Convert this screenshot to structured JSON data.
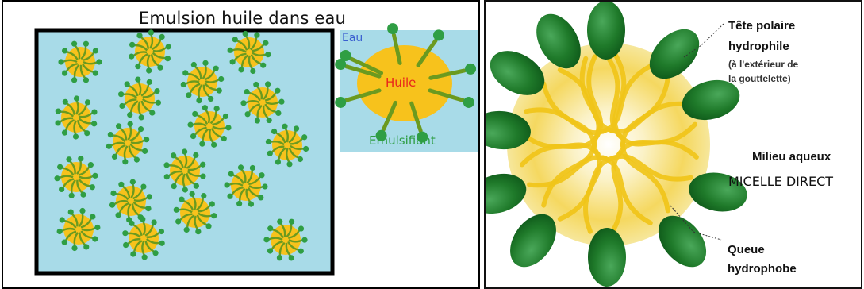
{
  "left": {
    "title": "Emulsion huile dans eau",
    "inset_water": "Eau",
    "inset_oil": "Huile",
    "inset_emulsifier": "Emulsifiant"
  },
  "right": {
    "head_label_1": "Tête polaire",
    "head_label_2": "hydrophile",
    "head_note_1": "(à l'extérieur de",
    "head_note_2": "la gouttelette)",
    "medium": "Milieu aqueux",
    "micelle": "MICELLE DIRECT",
    "tail_1": "Queue",
    "tail_2": "hydrophobe"
  },
  "colors": {
    "water": "#a8dbe8",
    "oil": "#f7c21c",
    "emulsifier": "#2f9e44",
    "tail_stroke": "#6b9a1f",
    "micelle_head": "#1f7a2a",
    "micelle_core": "#f3d14a",
    "oil_text": "#e8251b",
    "water_text": "#3a5fd0",
    "emulsifier_text": "#2f9e44"
  }
}
